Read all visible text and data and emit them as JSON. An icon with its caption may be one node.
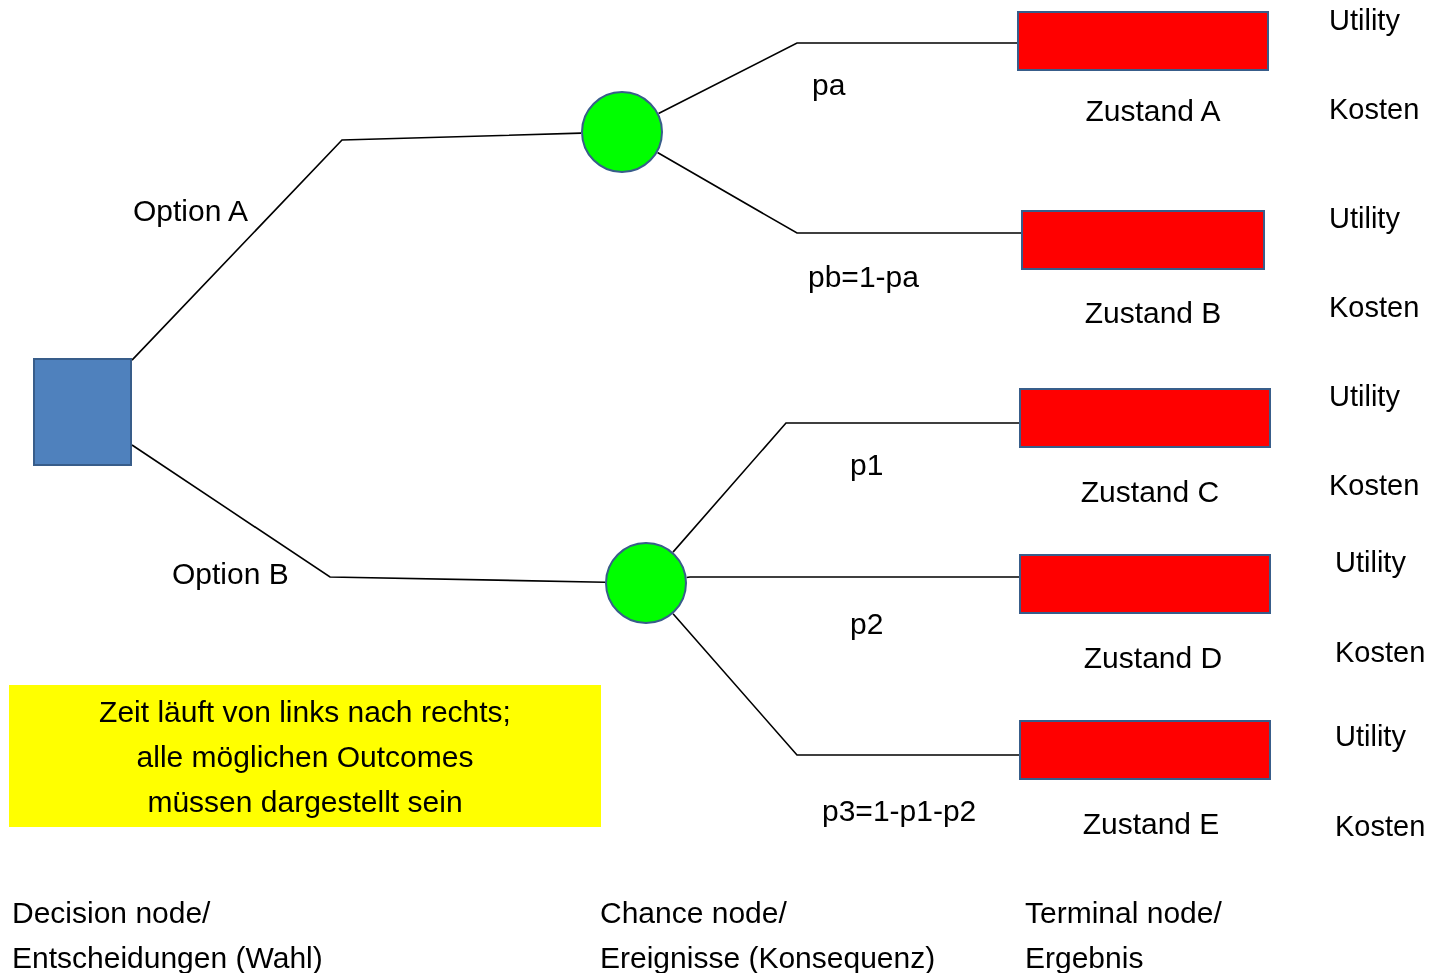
{
  "diagram": {
    "nodes": [
      {
        "text": [],
        "shape": "box"
      },
      {
        "text": [],
        "shape": "circle"
      },
      {
        "text": [],
        "shape": "circle"
      },
      {
        "text": [],
        "shape": "bar",
        "beside": [
          "Utility",
          "Zustand A",
          "Kosten"
        ]
      },
      {
        "text": [],
        "shape": "bar",
        "beside": [
          "Utility",
          "Zustand B",
          "Kosten"
        ]
      },
      {
        "text": [],
        "shape": "bar",
        "beside": [
          "Utility",
          "Zustand C",
          "Kosten"
        ]
      },
      {
        "text": [],
        "shape": "bar",
        "beside": [
          "Utility",
          "Zustand D",
          "Kosten"
        ]
      },
      {
        "text": [],
        "shape": "bar",
        "beside": [
          "Utility",
          "Zustand E",
          "Kosten"
        ]
      },
      {
        "text": [
          "Zeit läuft von links nach rechts; alle möglichen Outcomes müssen dargestellt sein"
        ]
      }
    ],
    "edges": [
      {
        "from": 0,
        "to": 1,
        "arrow": "none",
        "label": "Option A"
      },
      {
        "from": 0,
        "to": 2,
        "arrow": "none",
        "label": "Option B"
      },
      {
        "from": 1,
        "to": 3,
        "arrow": "none",
        "label": "pa"
      },
      {
        "from": 1,
        "to": 4,
        "arrow": "none",
        "label": "pb=1-pa"
      },
      {
        "from": 2,
        "to": 5,
        "arrow": "none",
        "label": "p1"
      },
      {
        "from": 2,
        "to": 6,
        "arrow": "none",
        "label": "p2"
      },
      {
        "from": 2,
        "to": 7,
        "arrow": "none",
        "label": "p3=1-p1-p2"
      }
    ],
    "labels": [
      "Decision node/ Entscheidungen (Wahl)",
      "Chance node/ Ereignisse (Konsequenz)",
      "Terminal node/ Ergebnis"
    ]
  }
}
